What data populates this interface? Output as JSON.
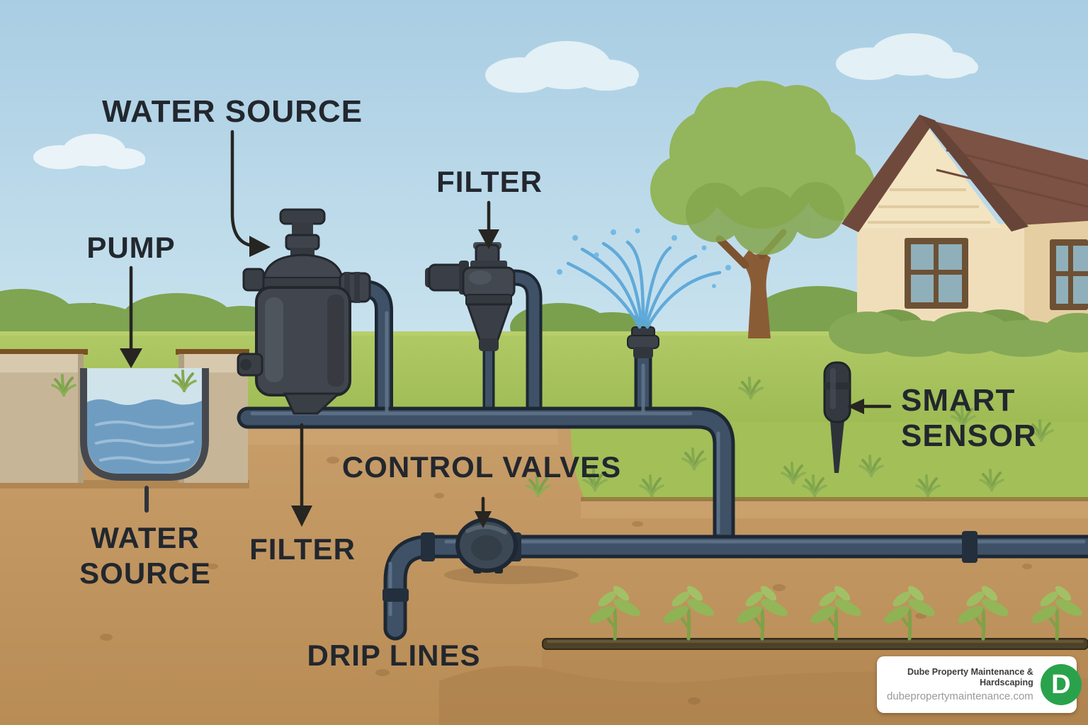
{
  "labels": {
    "water_source_top": "WATER SOURCE",
    "pump": "PUMP",
    "filter_top": "FILTER",
    "smart_sensor_line1": "SMART",
    "smart_sensor_line2": "SENSOR",
    "water_source_bottom_line1": "WATER",
    "water_source_bottom_line2": "SOURCE",
    "filter_bottom": "FILTER",
    "control_valves": "CONTROL VALVES",
    "drip_lines": "DRIP LINES"
  },
  "badge": {
    "company_line1": "Dube Property Maintenance &",
    "company_line2": "Hardscaping",
    "website": "dubepropertymaintenance.com",
    "logo_letter": "D",
    "logo_color": "#2aa24c"
  },
  "colors": {
    "sky": "#aecfe4",
    "grass": "#a5c15c",
    "dirt": "#c2985f",
    "pipe": "#3f5166",
    "device": "#41464e",
    "water": "#6f9dc2",
    "spray": "#5ba8da",
    "label_text": "#22272e"
  }
}
